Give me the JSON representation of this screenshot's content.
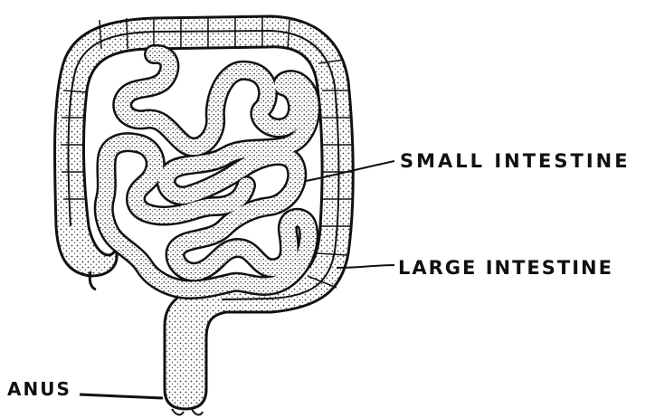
{
  "labels": {
    "small_intestine": "SMALL INTESTINE",
    "large_intestine": "LARGE INTESTINE",
    "anus": "ANUS"
  },
  "colors": {
    "ink": "#111111",
    "paper": "#ffffff"
  }
}
